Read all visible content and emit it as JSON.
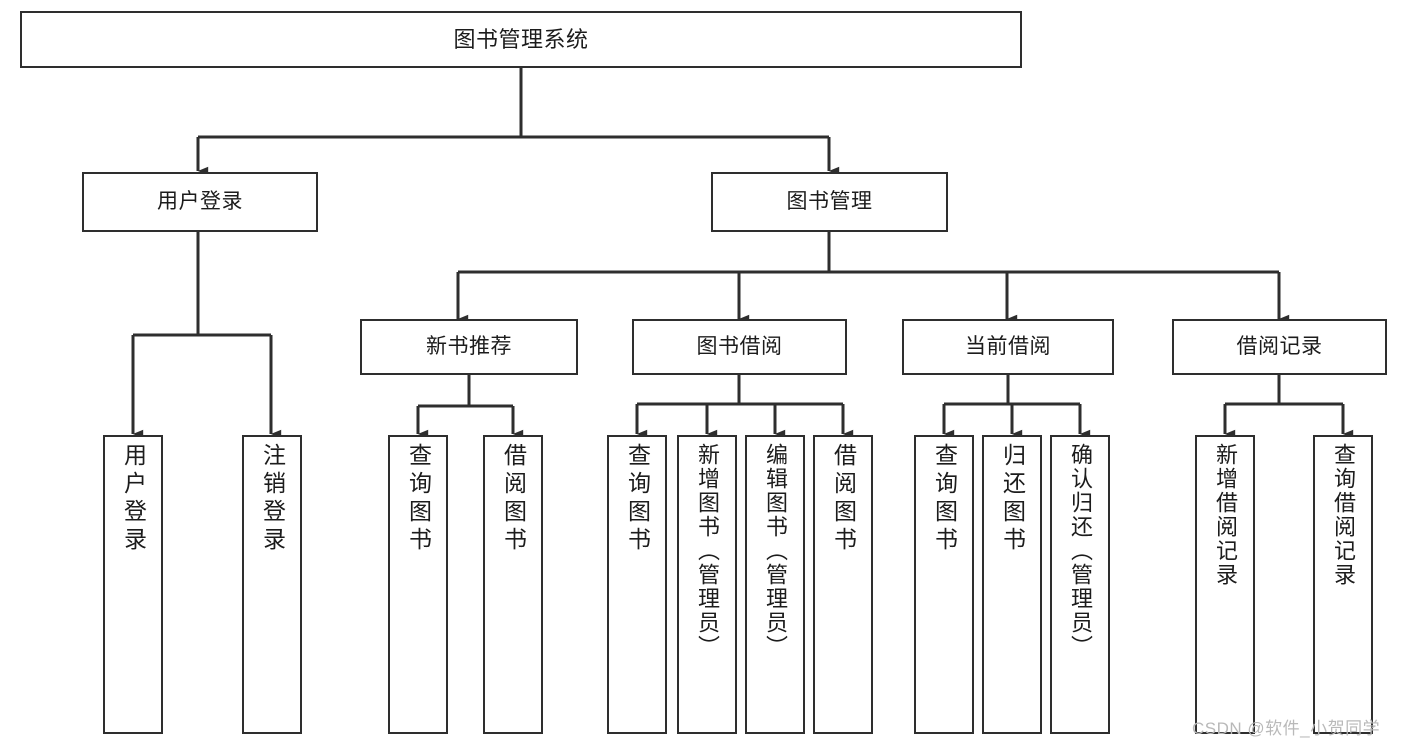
{
  "diagram": {
    "type": "tree-hierarchy",
    "title": "图书管理系统",
    "orientation": "top-down",
    "colors": {
      "border": "#2e2e2e",
      "background": "#ffffff",
      "text": "#1c1c1c",
      "connector": "#2e2e2e",
      "watermark": "#b9b9b9"
    },
    "nodes": {
      "root": {
        "label": "图书管理系统"
      },
      "level2": [
        {
          "id": "user-login",
          "label": "用户登录"
        },
        {
          "id": "book-manage",
          "label": "图书管理"
        }
      ],
      "level3": [
        {
          "id": "new-book-recommend",
          "label": "新书推荐"
        },
        {
          "id": "book-borrow",
          "label": "图书借阅"
        },
        {
          "id": "current-borrow",
          "label": "当前借阅"
        },
        {
          "id": "borrow-record",
          "label": "借阅记录"
        }
      ],
      "leaves": [
        {
          "id": "leaf-user-login",
          "parent": "user-login",
          "label": "用户登录"
        },
        {
          "id": "leaf-logout-login",
          "parent": "user-login",
          "label": "注销登录"
        },
        {
          "id": "leaf-query-book-1",
          "parent": "new-book-recommend",
          "label": "查询图书"
        },
        {
          "id": "leaf-borrow-book-1",
          "parent": "new-book-recommend",
          "label": "借阅图书"
        },
        {
          "id": "leaf-query-book-2",
          "parent": "book-borrow",
          "label": "查询图书"
        },
        {
          "id": "leaf-add-book",
          "parent": "book-borrow",
          "label": "新增图书（管理员）"
        },
        {
          "id": "leaf-edit-book",
          "parent": "book-borrow",
          "label": "编辑图书（管理员）"
        },
        {
          "id": "leaf-borrow-book-2",
          "parent": "book-borrow",
          "label": "借阅图书"
        },
        {
          "id": "leaf-query-book-3",
          "parent": "current-borrow",
          "label": "查询图书"
        },
        {
          "id": "leaf-return-book",
          "parent": "current-borrow",
          "label": "归还图书"
        },
        {
          "id": "leaf-confirm-return",
          "parent": "current-borrow",
          "label": "确认归还（管理员）"
        },
        {
          "id": "leaf-add-record",
          "parent": "borrow-record",
          "label": "新增借阅记录"
        },
        {
          "id": "leaf-query-record",
          "parent": "borrow-record",
          "label": "查询借阅记录"
        }
      ]
    },
    "watermark": "CSDN @软件_小贺同学"
  }
}
